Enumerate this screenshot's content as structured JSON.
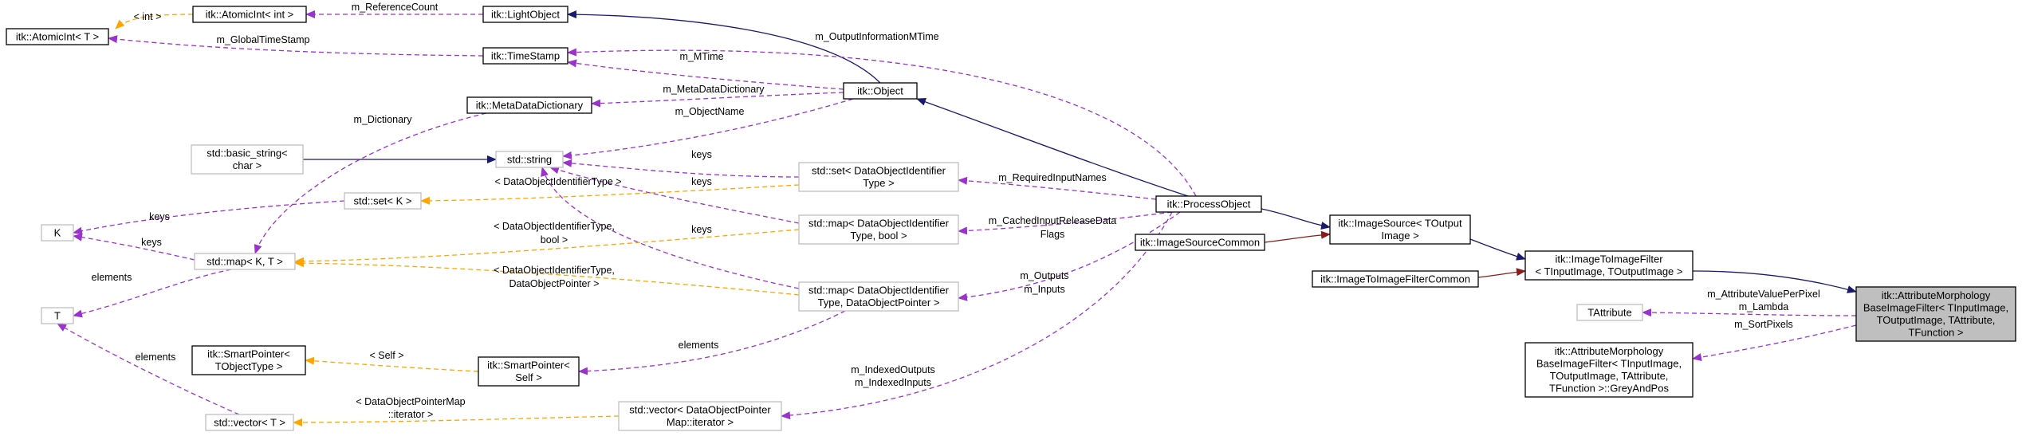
{
  "colors": {
    "inherit": "#191970",
    "usage": "#9a32cd",
    "template": "#ffa500",
    "private": "#8b1a1a",
    "node_border_dark": "#000000",
    "node_border_light": "#bfbfbf",
    "focus_fill": "#bfbfbf"
  },
  "nodes": [
    {
      "id": "atomicint_int",
      "lines": [
        "itk::AtomicInt< int >"
      ],
      "style": "dark"
    },
    {
      "id": "atomicint_T",
      "lines": [
        "itk::AtomicInt< T >"
      ],
      "style": "dark"
    },
    {
      "id": "lightobject",
      "lines": [
        "itk::LightObject"
      ],
      "style": "dark"
    },
    {
      "id": "timestamp",
      "lines": [
        "itk::TimeStamp"
      ],
      "style": "dark"
    },
    {
      "id": "metadatadictionary",
      "lines": [
        "itk::MetaDataDictionary"
      ],
      "style": "dark"
    },
    {
      "id": "object",
      "lines": [
        "itk::Object"
      ],
      "style": "dark"
    },
    {
      "id": "basic_string",
      "lines": [
        "std::basic_string<",
        "char >"
      ],
      "style": "light"
    },
    {
      "id": "string",
      "lines": [
        "std::string"
      ],
      "style": "light"
    },
    {
      "id": "set_doi",
      "lines": [
        "std::set< DataObjectIdentifier",
        "Type >"
      ],
      "style": "light"
    },
    {
      "id": "set_K",
      "lines": [
        "std::set< K >"
      ],
      "style": "light"
    },
    {
      "id": "K",
      "lines": [
        "K"
      ],
      "style": "light"
    },
    {
      "id": "map_KT",
      "lines": [
        "std::map< K, T >"
      ],
      "style": "light"
    },
    {
      "id": "map_doi_bool",
      "lines": [
        "std::map< DataObjectIdentifier",
        "Type, bool >"
      ],
      "style": "light"
    },
    {
      "id": "processobject",
      "lines": [
        "itk::ProcessObject"
      ],
      "style": "dark"
    },
    {
      "id": "imagesourcecommon",
      "lines": [
        "itk::ImageSourceCommon"
      ],
      "style": "dark"
    },
    {
      "id": "imagesource",
      "lines": [
        "itk::ImageSource< TOutput",
        "Image >"
      ],
      "style": "dark"
    },
    {
      "id": "T",
      "lines": [
        "T"
      ],
      "style": "light"
    },
    {
      "id": "map_doi_dop",
      "lines": [
        "std::map< DataObjectIdentifier",
        "Type, DataObjectPointer >"
      ],
      "style": "light"
    },
    {
      "id": "imagetoimagefilter",
      "lines": [
        "itk::ImageToImageFilter",
        "< TInputImage, TOutputImage >"
      ],
      "style": "dark"
    },
    {
      "id": "imagetoimagefiltercommon",
      "lines": [
        "itk::ImageToImageFilterCommon"
      ],
      "style": "dark"
    },
    {
      "id": "tattribute",
      "lines": [
        "TAttribute"
      ],
      "style": "light"
    },
    {
      "id": "focus",
      "lines": [
        "itk::AttributeMorphology",
        "BaseImageFilter< TInputImage,",
        "TOutputImage, TAttribute,",
        "TFunction >"
      ],
      "style": "focus"
    },
    {
      "id": "greyandpos",
      "lines": [
        "itk::AttributeMorphology",
        "BaseImageFilter< TInputImage,",
        "TOutputImage, TAttribute,",
        "TFunction >::GreyAndPos"
      ],
      "style": "dark"
    },
    {
      "id": "smartpointer_tobj",
      "lines": [
        "itk::SmartPointer<",
        "TObjectType >"
      ],
      "style": "dark"
    },
    {
      "id": "smartpointer_self",
      "lines": [
        "itk::SmartPointer<",
        "Self >"
      ],
      "style": "dark"
    },
    {
      "id": "vector_T",
      "lines": [
        "std::vector< T >"
      ],
      "style": "light"
    },
    {
      "id": "vector_dop",
      "lines": [
        "std::vector< DataObjectPointer",
        "Map::iterator >"
      ],
      "style": "light"
    }
  ],
  "edges": [
    {
      "id": "e_lo_obj",
      "kind": "inherit",
      "lines": []
    },
    {
      "id": "e_obj_po",
      "kind": "inherit",
      "lines": []
    },
    {
      "id": "e_po_is",
      "kind": "inherit",
      "lines": []
    },
    {
      "id": "e_is_itif",
      "kind": "inherit",
      "lines": []
    },
    {
      "id": "e_itif_focus",
      "kind": "inherit",
      "lines": []
    },
    {
      "id": "e_bs_str",
      "kind": "inherit",
      "lines": []
    },
    {
      "id": "e_isc_is",
      "kind": "private",
      "lines": []
    },
    {
      "id": "e_itifc_itif",
      "kind": "private",
      "lines": []
    },
    {
      "id": "e_ai_lo",
      "kind": "usage",
      "lines": [
        "m_ReferenceCount"
      ]
    },
    {
      "id": "e_ai_int",
      "kind": "template",
      "lines": [
        "< int >"
      ]
    },
    {
      "id": "e_aiT_ts",
      "kind": "usage",
      "lines": [
        "m_GlobalTimeStamp"
      ]
    },
    {
      "id": "e_ts_obj",
      "kind": "usage",
      "lines": [
        "m_MTime"
      ]
    },
    {
      "id": "e_ts_po",
      "kind": "usage",
      "lines": [
        "m_OutputInformationMTime"
      ]
    },
    {
      "id": "e_mdd_obj",
      "kind": "usage",
      "lines": [
        "m_MetaDataDictionary"
      ]
    },
    {
      "id": "e_str_obj",
      "kind": "usage",
      "lines": [
        "m_ObjectName"
      ]
    },
    {
      "id": "e_map_mdd",
      "kind": "usage",
      "lines": [
        "m_Dictionary"
      ]
    },
    {
      "id": "e_str_set",
      "kind": "usage",
      "lines": [
        "keys"
      ]
    },
    {
      "id": "e_str_mapb",
      "kind": "usage",
      "lines": [
        "keys"
      ]
    },
    {
      "id": "e_str_mapd",
      "kind": "usage",
      "lines": [
        "keys"
      ]
    },
    {
      "id": "e_setK_setdoi",
      "kind": "template",
      "lines": [
        "< DataObjectIdentifierType >"
      ]
    },
    {
      "id": "e_K_setK",
      "kind": "usage",
      "lines": [
        "keys"
      ]
    },
    {
      "id": "e_K_map",
      "kind": "usage",
      "lines": [
        "keys"
      ]
    },
    {
      "id": "e_map_mapb",
      "kind": "template",
      "lines": [
        "< DataObjectIdentifierType,",
        "bool >"
      ]
    },
    {
      "id": "e_map_mapd",
      "kind": "template",
      "lines": [
        "< DataObjectIdentifierType,",
        "DataObjectPointer >"
      ]
    },
    {
      "id": "e_T_map",
      "kind": "usage",
      "lines": [
        "elements"
      ]
    },
    {
      "id": "e_T_vec",
      "kind": "usage",
      "lines": [
        "elements"
      ]
    },
    {
      "id": "e_setdoi_po",
      "kind": "usage",
      "lines": [
        "m_RequiredInputNames"
      ]
    },
    {
      "id": "e_mapb_po",
      "kind": "usage",
      "lines": [
        "m_CachedInputReleaseData",
        "Flags"
      ]
    },
    {
      "id": "e_mapd_po",
      "kind": "usage",
      "lines": [
        "m_Outputs",
        "m_Inputs"
      ]
    },
    {
      "id": "e_vec_po",
      "kind": "usage",
      "lines": [
        "m_IndexedOutputs",
        "m_IndexedInputs"
      ]
    },
    {
      "id": "e_sp_self",
      "kind": "template",
      "lines": [
        "< Self >"
      ]
    },
    {
      "id": "e_sp_mapd",
      "kind": "usage",
      "lines": [
        "elements"
      ]
    },
    {
      "id": "e_vec_vecdop",
      "kind": "template",
      "lines": [
        "< DataObjectPointerMap",
        "::iterator >"
      ]
    },
    {
      "id": "e_ta_focus",
      "kind": "usage",
      "lines": [
        "m_AttributeValuePerPixel",
        "m_Lambda"
      ]
    },
    {
      "id": "e_gp_focus",
      "kind": "usage",
      "lines": [
        "m_SortPixels"
      ]
    }
  ]
}
